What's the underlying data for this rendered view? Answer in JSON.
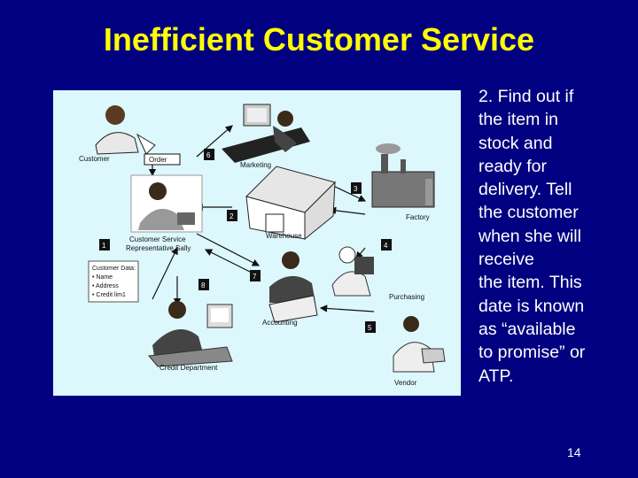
{
  "slide": {
    "title": "Inefficient Customer Service",
    "body": "2. Find out if\nthe item in\nstock and\nready for\ndelivery. Tell\nthe customer\nwhen she will\nreceive\nthe item. This\ndate is known\nas “available\nto promise” or\nATP.",
    "page_number": "14"
  },
  "diagram": {
    "labels": {
      "customer": "Customer",
      "order": "Order",
      "marketing": "Marketing",
      "factory": "Factory",
      "warehouse": "Warehouse",
      "csr_line1": "Customer Service",
      "csr_line2": "Representative Sally",
      "purchasing": "Purchasing",
      "accounting": "Accounting",
      "vendor": "Vendor",
      "credit": "Credit Department"
    },
    "customer_data": {
      "title": "Customer Data:",
      "items": [
        "• Name",
        "• Address",
        "• Credit lim1"
      ]
    },
    "steps": [
      "1",
      "2",
      "3",
      "4",
      "5",
      "6",
      "7",
      "8"
    ]
  }
}
